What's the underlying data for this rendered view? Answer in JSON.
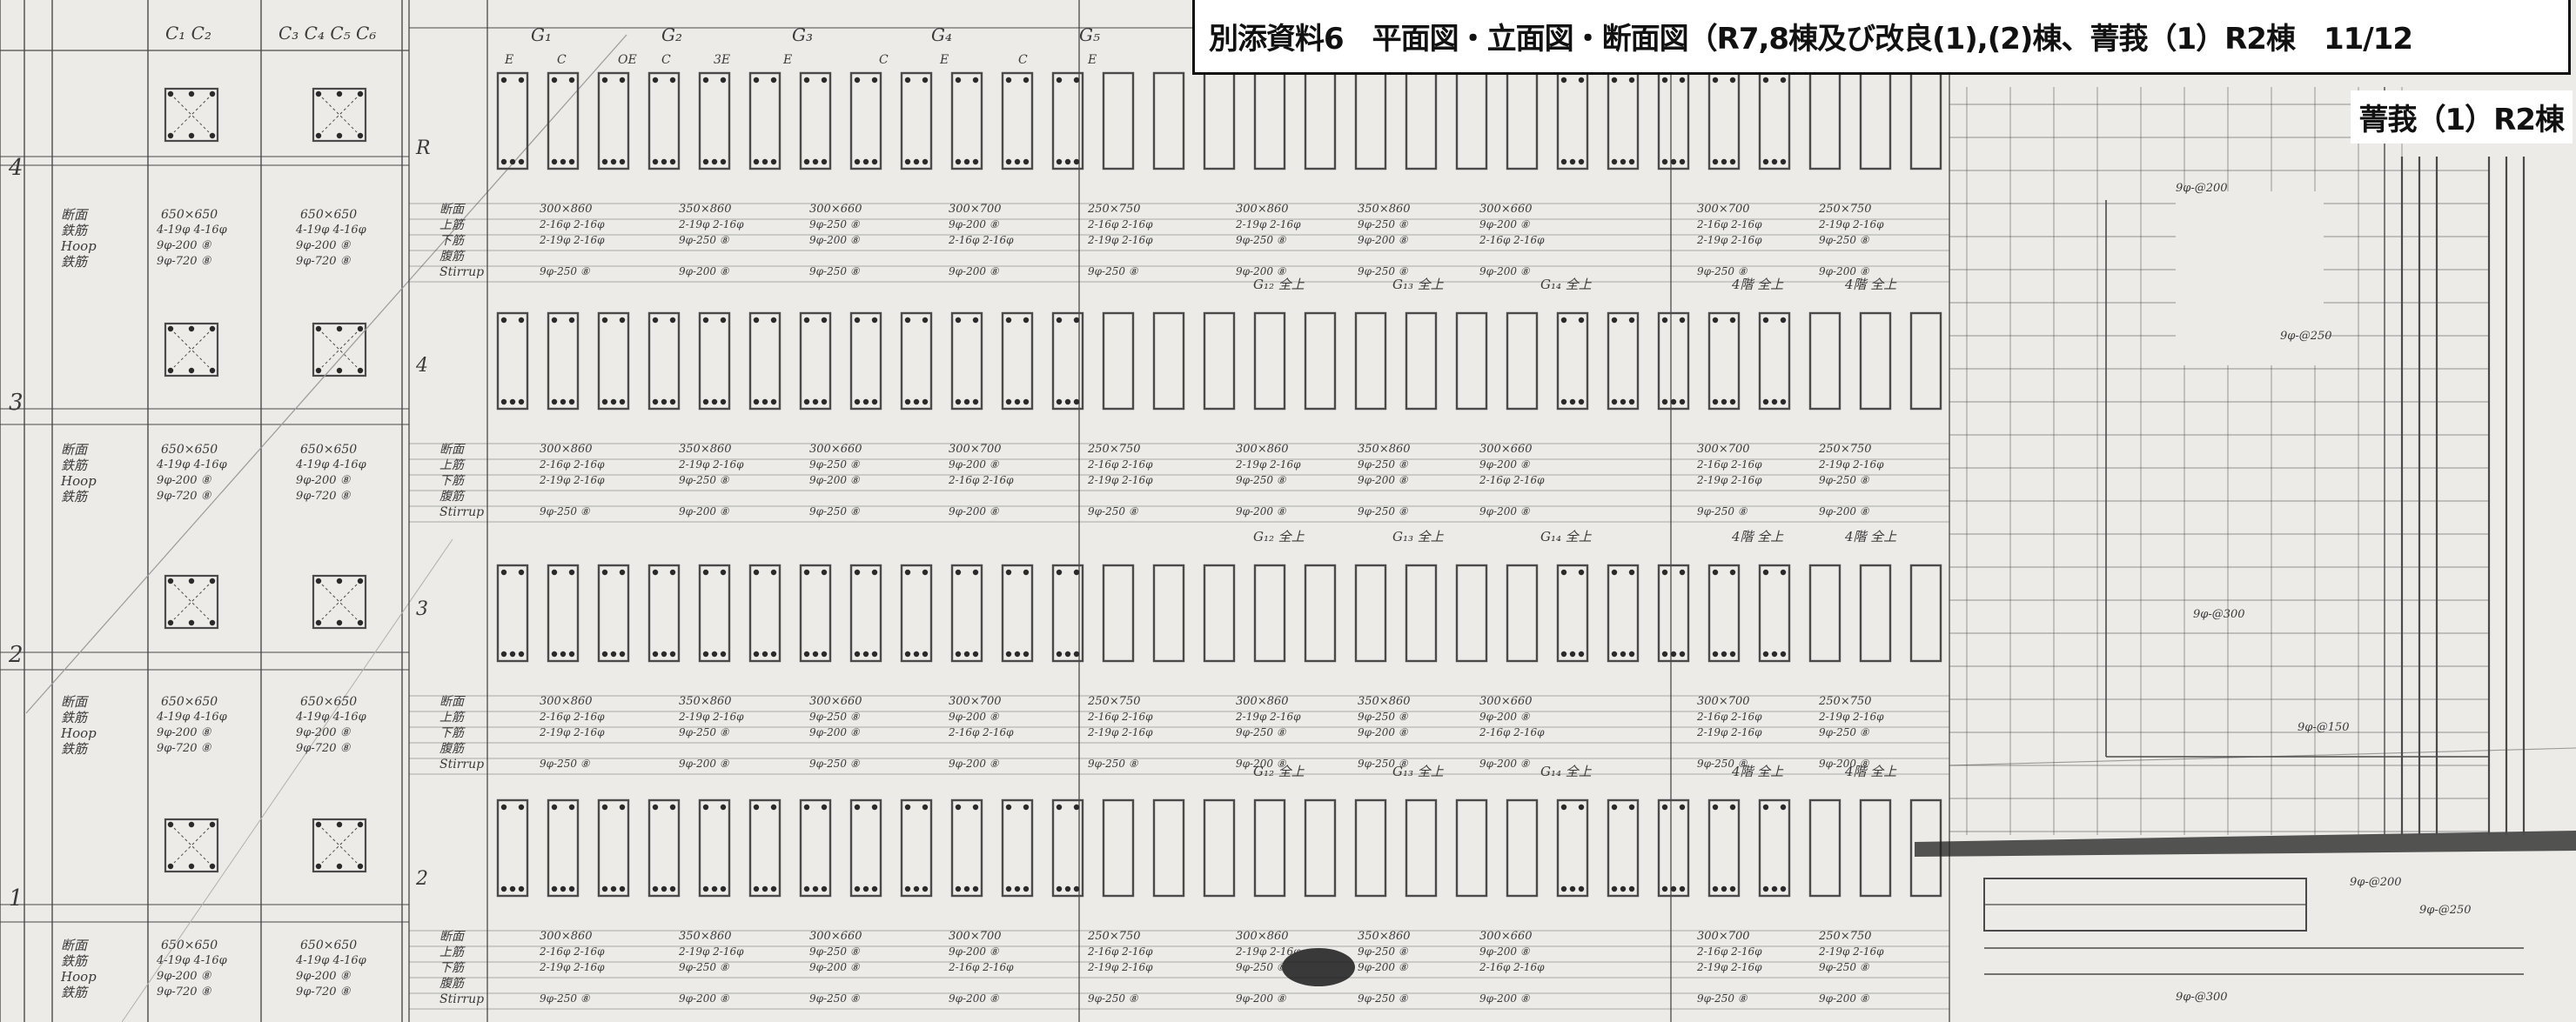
{
  "document": {
    "title": "別添資料6　平面図・立面図・断面図（R7,8棟及び改良(1),(2)棟、菁莪（1）R2棟　11/12",
    "subtitle": "菁莪（1）R2棟"
  },
  "drawing": {
    "column_headers": [
      "C₁ C₂",
      "C₃ C₄ C₅ C₆"
    ],
    "girder_headers": [
      "G₁",
      "G₂",
      "G₃",
      "G₄",
      "G₅"
    ],
    "section_marks": [
      "E",
      "C",
      "OE",
      "C",
      "3E",
      "E",
      "C",
      "E",
      "C",
      "E"
    ],
    "floor_labels": [
      "4",
      "3",
      "2",
      "1"
    ],
    "row_labels": [
      "断面",
      "鉄筋",
      "Hoop",
      "鉄筋"
    ],
    "girder_row_labels": [
      "断面",
      "上筋",
      "下筋",
      "腹筋",
      "Stirrup"
    ],
    "column_dims": [
      "650×650",
      "650×650",
      "650×650",
      "650×650"
    ],
    "beam_dims": [
      "300×860",
      "350×860",
      "300×660",
      "300×700",
      "250×750"
    ],
    "girder_notes": [
      "G₁₂ 全上",
      "G₁₃ 全上",
      "G₁₄ 全上",
      "4階 全上",
      "4階 全上"
    ],
    "col_reinf": [
      "4-19φ 4-16φ",
      "9φ-200 ⑧",
      "9φ-720 ⑧"
    ],
    "beam_reinf": [
      "2-16φ 2-16φ",
      "2-19φ 2-16φ",
      "9φ-250 ⑧",
      "9φ-200 ⑧"
    ],
    "side_marks": [
      "R",
      "4",
      "3",
      "2"
    ],
    "plan_notes": [
      "9φ-@200",
      "9φ-@250",
      "9φ-@300",
      "9φ-@150"
    ]
  },
  "colors": {
    "paper": "#ecebe7",
    "ink": "#4a4a4a",
    "title_border": "#111111"
  }
}
